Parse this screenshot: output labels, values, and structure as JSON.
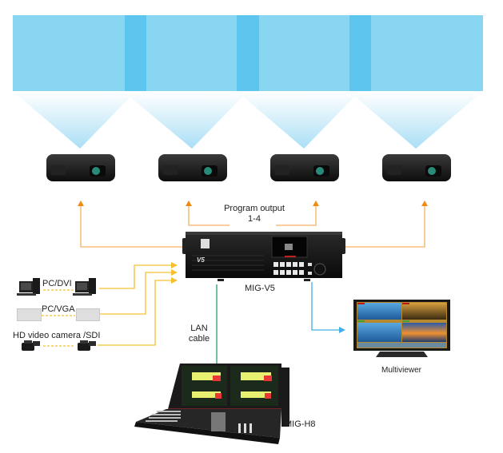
{
  "colors": {
    "screen": "#88d6f2",
    "screen_overlap": "#5ec6ee",
    "beam": "#a9def5",
    "output_line": "#f0a040",
    "arrow_orange": "#f08a10",
    "input_line": "#f5c030",
    "lan_line": "#2a9a6a",
    "multiviewer_line": "#40aee8"
  },
  "screens": [
    {
      "name": "projection-area-1"
    },
    {
      "name": "projection-area-2"
    },
    {
      "name": "projection-area-3"
    },
    {
      "name": "projection-area-4"
    }
  ],
  "projectors": [
    "projector-1",
    "projector-2",
    "projector-3",
    "projector-4"
  ],
  "labels": {
    "program_output_line1": "Program output",
    "program_output_line2": "1-4",
    "processor": "MIG-V5",
    "processor_badge": "V5",
    "pc_dvi": "PC/DVI",
    "pc_vga": "PC/VGA",
    "hd_camera": "HD video camera /SDI",
    "lan_line1": "LAN",
    "lan_line2": "cable",
    "multiviewer": "Multiviewer",
    "controller": "MIG-H8"
  }
}
